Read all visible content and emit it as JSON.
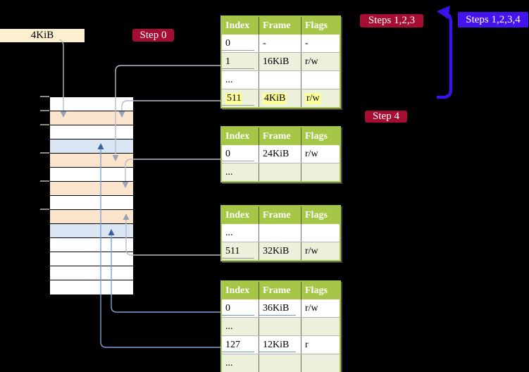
{
  "labels": {
    "frame_size": "4KiB",
    "step0": "Step 0",
    "steps_123": "Steps 1,2,3",
    "steps_1234": "Steps 1,2,3,4",
    "step4": "Step 4"
  },
  "colors": {
    "background": "#000000",
    "step_label_red": "#a60d32",
    "steps_label_blue": "#4413ee",
    "big_arrow_blue": "#3a13e9",
    "table_header_green": "#a5c646",
    "table_shaded_row_green": "#ebf1da",
    "highlight_yellow": "#ffff99",
    "frame_label_cream": "#fdf0cf",
    "memory_pagetable_frame_peach": "#fce5cd",
    "memory_mapped_frame_blue": "#dbe6f4",
    "gray_connector": "#b9bcc7",
    "blue_connector": "#7da3d4"
  },
  "page_tables": [
    {
      "columns": [
        "Index",
        "Frame",
        "Flags"
      ],
      "rows": [
        {
          "index": "0",
          "frame": "-",
          "flags": "-"
        },
        {
          "index": "1",
          "frame": "16KiB",
          "flags": "r/w"
        },
        {
          "index": "...",
          "frame": "",
          "flags": ""
        },
        {
          "index": "511",
          "frame": "4KiB",
          "flags": "r/w"
        }
      ]
    },
    {
      "columns": [
        "Index",
        "Frame",
        "Flags"
      ],
      "rows": [
        {
          "index": "0",
          "frame": "24KiB",
          "flags": "r/w"
        },
        {
          "index": "...",
          "frame": "",
          "flags": ""
        }
      ]
    },
    {
      "columns": [
        "Index",
        "Frame",
        "Flags"
      ],
      "rows": [
        {
          "index": "...",
          "frame": "",
          "flags": ""
        },
        {
          "index": "511",
          "frame": "32KiB",
          "flags": "r/w"
        }
      ]
    },
    {
      "columns": [
        "Index",
        "Frame",
        "Flags"
      ],
      "rows": [
        {
          "index": "0",
          "frame": "36KiB",
          "flags": "r/w"
        },
        {
          "index": "...",
          "frame": "",
          "flags": ""
        },
        {
          "index": "127",
          "frame": "12KiB",
          "flags": "r"
        },
        {
          "index": "...",
          "frame": "",
          "flags": ""
        }
      ]
    }
  ],
  "memory": {
    "row_fills": [
      "white",
      "peach",
      "white",
      "blue",
      "peach",
      "white",
      "peach",
      "white",
      "peach",
      "blue",
      "white",
      "white",
      "white",
      "white"
    ]
  }
}
